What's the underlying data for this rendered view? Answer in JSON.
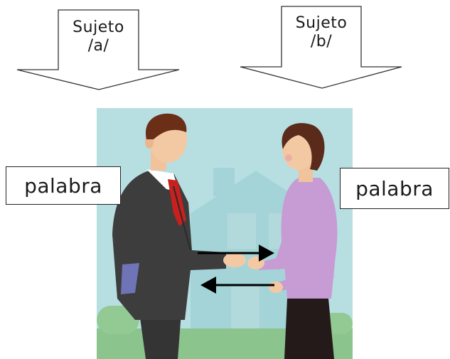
{
  "subject_a": {
    "line1": "Sujeto",
    "line2": "/a/"
  },
  "subject_b": {
    "line1": "Sujeto",
    "line2": "/b/"
  },
  "word_left": "palabra",
  "word_right": "palabra",
  "colors": {
    "scene_bg": "#b7dfe2",
    "house": "#9ccfd3",
    "grass": "#8cc48e",
    "suit": "#3d3d3d",
    "tie": "#c8201e",
    "blouse": "#c79bd3",
    "skin": "#f3c9a4",
    "hair": "#5a2b1a",
    "arrow": "#000000"
  },
  "icons": [
    "down-arrow-icon",
    "right-arrow-icon",
    "left-arrow-icon"
  ]
}
